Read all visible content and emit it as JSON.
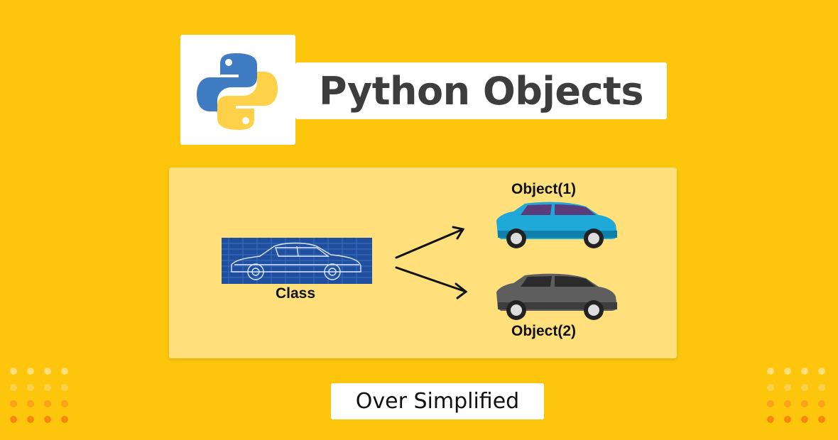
{
  "header": {
    "title": "Python Objects",
    "logo_icon": "python-logo-icon"
  },
  "diagram": {
    "class_label": "Class",
    "objects": [
      {
        "label": "Object(1)",
        "color": "#1fa9d9"
      },
      {
        "label": "Object(2)",
        "color": "#5e5e5e"
      }
    ]
  },
  "footer": {
    "text": "Over Simplified"
  },
  "colors": {
    "background": "#fdc60c",
    "panel": "#ffe07a",
    "python_blue": "#3f7cc2",
    "python_yellow": "#ffd149",
    "blueprint": "#1f4f9e"
  }
}
